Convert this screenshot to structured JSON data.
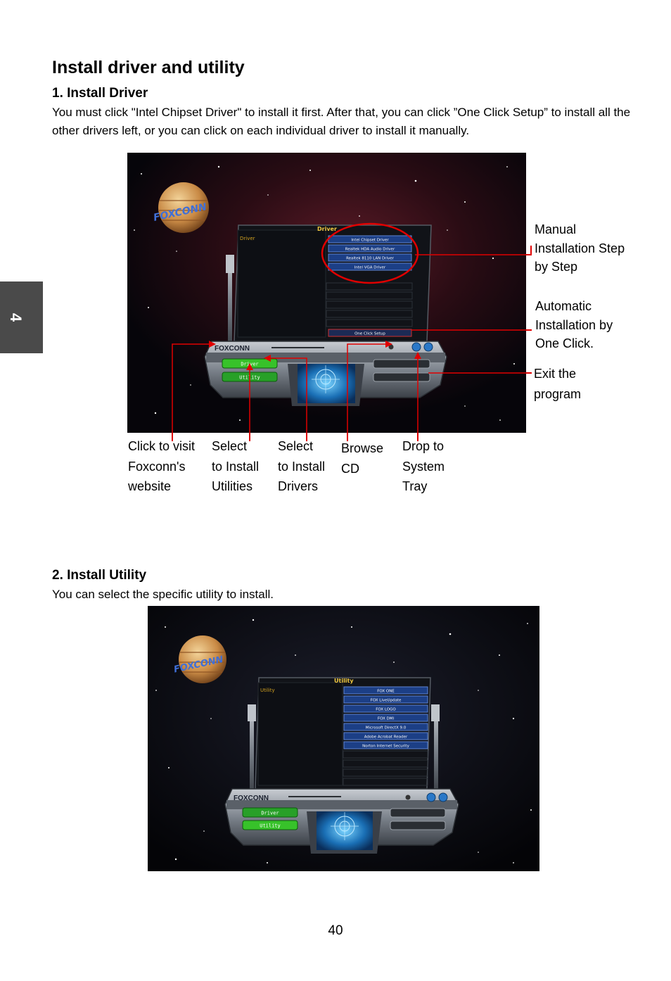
{
  "chapter_tab": "4",
  "title": "Install driver and utility",
  "section1": {
    "heading": "1. Install Driver",
    "body": "You must click \"Intel Chipset Driver\" to install it first. After that, you can click ”One Click Setup” to install all the other drivers left, or you can click on each individual driver to install it manually."
  },
  "screen1": {
    "brand": "FOXCONN",
    "panel_left_title": "Driver",
    "panel_title": "Driver",
    "list_items": [
      "Intel Chipset Driver",
      "Realtek HDA Audio Driver",
      "Realtek 8110 LAN Driver",
      "Intel VGA Driver"
    ],
    "one_click": "One Click Setup",
    "nav_driver": "Driver",
    "nav_utility": "Utility"
  },
  "callouts": {
    "manual": [
      "Manual",
      "Installation Step",
      "by Step"
    ],
    "automatic": [
      "Automatic",
      "Installation by",
      "One Click."
    ],
    "exit": [
      "Exit the",
      "program"
    ],
    "website": [
      "Click to visit",
      "Foxconn's",
      "website"
    ],
    "utilities": [
      "Select",
      "to Install",
      "Utilities"
    ],
    "drivers": [
      "Select",
      "to Install",
      "Drivers"
    ],
    "browse": [
      "Browse",
      "CD"
    ],
    "tray": [
      "Drop to",
      "System",
      "Tray"
    ]
  },
  "section2": {
    "heading": "2. Install Utility",
    "body": "You can select the specific utility to install."
  },
  "screen2": {
    "brand": "FOXCONN",
    "panel_left_title": "Utility",
    "panel_title": "Utility",
    "list_items": [
      "FOX ONE",
      "FOX LiveUpdate",
      "FOX LOGO",
      "FOX DMI",
      "Microsoft DirectX 9.0",
      "Adobe Acrobat Reader",
      "Norton Internet Security"
    ],
    "nav_driver": "Driver",
    "nav_utility": "Utility"
  },
  "page_number": "40",
  "colors": {
    "callout_line": "#e00000",
    "tab_bg": "#4a4a4a",
    "list_button": "#1c3f86",
    "nav_button": "#37c22a"
  }
}
